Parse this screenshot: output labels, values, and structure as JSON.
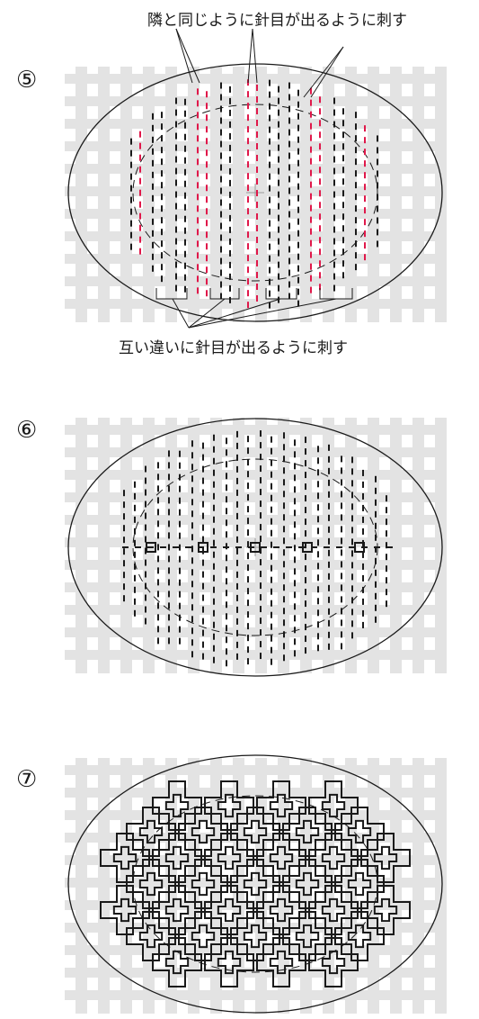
{
  "captions": {
    "top": "隣と同じように針目が出るように刺す",
    "bottom": "互い違いに針目が出るように刺す"
  },
  "steps": [
    {
      "label": "⑤"
    },
    {
      "label": "⑥"
    },
    {
      "label": "⑦"
    }
  ],
  "colors": {
    "fabric_grid": "#e3e3e3",
    "stitch": "#1a1a1a",
    "highlight_stitch": "#e0184a",
    "outline": "#1a1a1a"
  }
}
